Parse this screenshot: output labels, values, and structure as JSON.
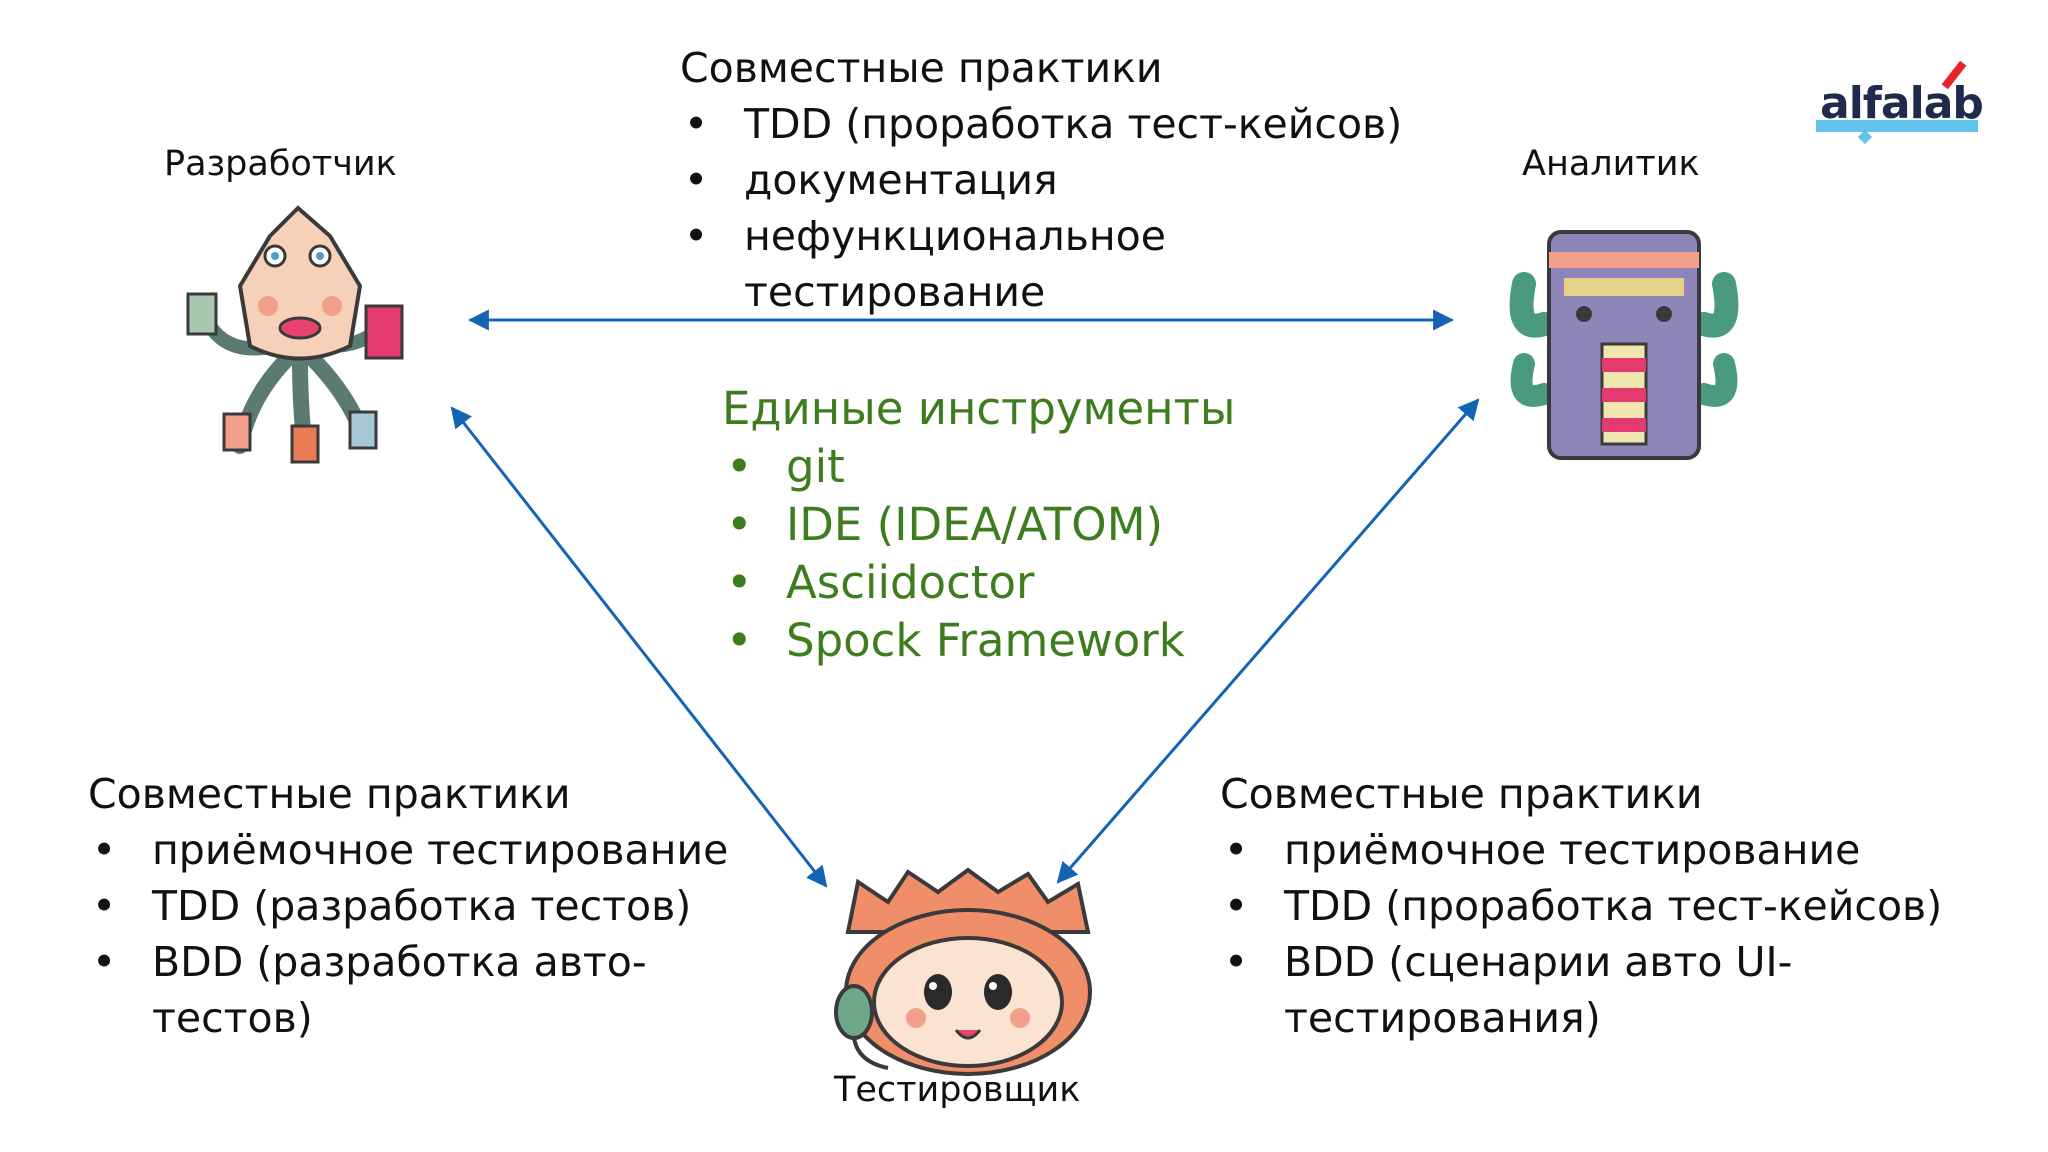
{
  "roles": {
    "developer": "Разработчик",
    "analyst": "Аналитик",
    "tester": "Тестировщик"
  },
  "top_block": {
    "title": "Совместные практики",
    "items": [
      "TDD (проработка тест-кейсов)",
      "документация",
      "нефункциональное",
      "тестирование"
    ]
  },
  "tools_block": {
    "title": "Единые инструменты",
    "items": [
      "git",
      "IDE (IDEA/ATOM)",
      "Asciidoctor",
      "Spock Framework"
    ]
  },
  "left_block": {
    "title": "Совместные практики",
    "items": [
      "приёмочное тестирование",
      "TDD (разработка тестов)",
      "BDD (разработка авто-",
      "тестов)"
    ]
  },
  "right_block": {
    "title": "Совместные практики",
    "items": [
      "приёмочное тестирование",
      "TDD (проработка тест-кейсов)",
      "BDD (сценарии авто UI-",
      "тестирования)"
    ]
  },
  "logo": {
    "text": "alfalab"
  },
  "colors": {
    "arrow": "#1464b4",
    "tools_text": "#3e7d1e",
    "logo_text": "#1e2b4d",
    "logo_accent_red": "#e3262b",
    "logo_accent_blue": "#5fc3ec"
  },
  "icons": {
    "developer": "octopus-mascot-icon",
    "analyst": "totem-mascot-icon",
    "tester": "girl-headset-mascot-icon"
  }
}
